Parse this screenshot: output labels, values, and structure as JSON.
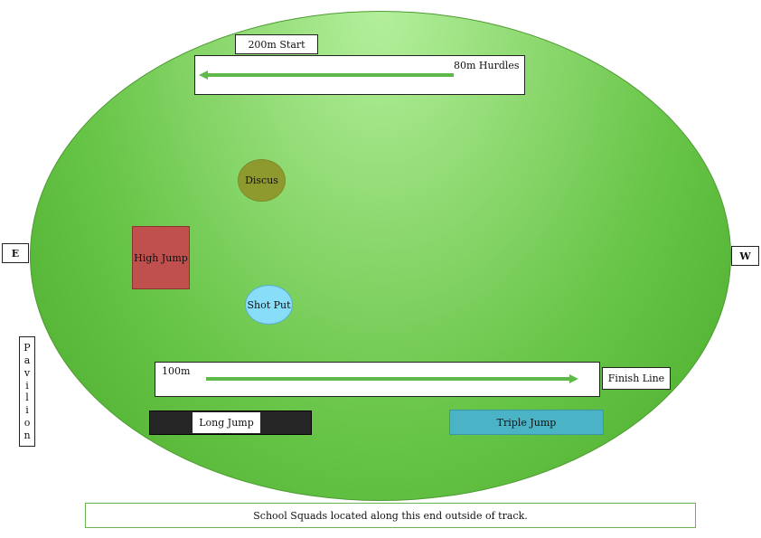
{
  "labels": {
    "start_200m": "200m Start",
    "hurdles_80m": "80m Hurdles",
    "discus": "Discus",
    "high_jump": "High Jump",
    "shot_put": "Shot Put",
    "sprint_100m": "100m",
    "finish_line": "Finish Line",
    "long_jump": "Long Jump",
    "triple_jump": "Triple Jump",
    "east": "E",
    "west": "W",
    "pavilion": [
      "P",
      "a",
      "v",
      "i",
      "l",
      "i",
      "o",
      "n"
    ],
    "squads_note": "School Squads located along this end outside of track."
  },
  "colors": {
    "field_green": "#66c446",
    "discus": "#8f9a2e",
    "shot_put": "#88ddf8",
    "high_jump": "#c0504d",
    "long_jump": "#262626",
    "triple_jump": "#4bb3c6",
    "arrow": "#5fb84a"
  }
}
